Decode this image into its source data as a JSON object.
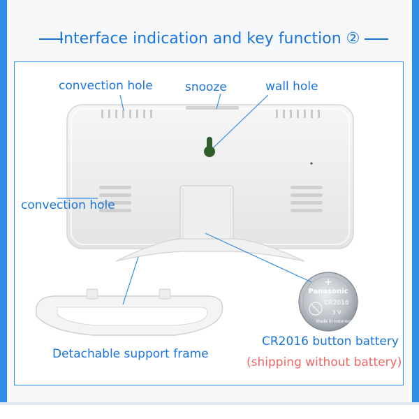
{
  "header": {
    "title": "Interface indication and key function ②"
  },
  "labels": {
    "convection_hole_top": "convection hole",
    "snooze": "snooze",
    "wall_hole": "wall hole",
    "convection_hole_left": "convection hole",
    "support_frame": "Detachable support frame",
    "battery": "CR2016 button battery",
    "shipping_note": "(shipping without battery)"
  },
  "battery_print": {
    "brand": "Panasonic",
    "model": "CR2016",
    "voltage": "3 V",
    "origin": "Made in Indonesia",
    "polarity": "+"
  },
  "colors": {
    "accent_blue": "#1a73d9",
    "frame_blue": "#2f8de4",
    "note_red": "#f06565",
    "wall_hole_green": "#2f5d2a"
  }
}
